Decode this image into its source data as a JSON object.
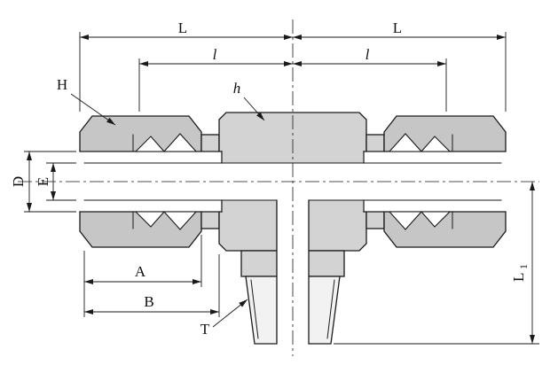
{
  "colors": {
    "background": "#ffffff",
    "line": "#1a1a1a",
    "nut_fill": "#c6c6c6",
    "body_fill": "#d3d3d3",
    "thread_fill": "#f2f2f2",
    "bore_fill": "#ffffff"
  },
  "labels": {
    "dim_L_left": "L",
    "dim_L_right": "L",
    "dim_l_left": "l",
    "dim_l_right": "l",
    "nut": "H",
    "body": "h",
    "tube_od": "D",
    "bore": "E",
    "dim_A": "A",
    "dim_B": "B",
    "thread": "T",
    "branch_len_main": "L",
    "branch_len_sub": "1"
  }
}
